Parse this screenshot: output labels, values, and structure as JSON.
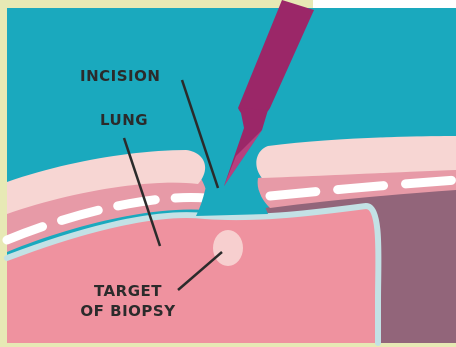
{
  "labels": {
    "incision": "INCISION",
    "lung": "LUNG",
    "target_line1": "TARGET",
    "target_line2": "OF BIOPSY"
  },
  "colors": {
    "border": "#e7e9b5",
    "background": "#1aa9be",
    "skin": "#f7d6d3",
    "tissue": "#e79aa7",
    "lung": "#ef929f",
    "pleura": "#c3e1e5",
    "mediastinum": "#92657a",
    "needle": "#9b2768",
    "target": "#f7cfcf",
    "text": "#2b2b2b"
  },
  "icons": {
    "instrument": "biopsy-needle-icon"
  }
}
